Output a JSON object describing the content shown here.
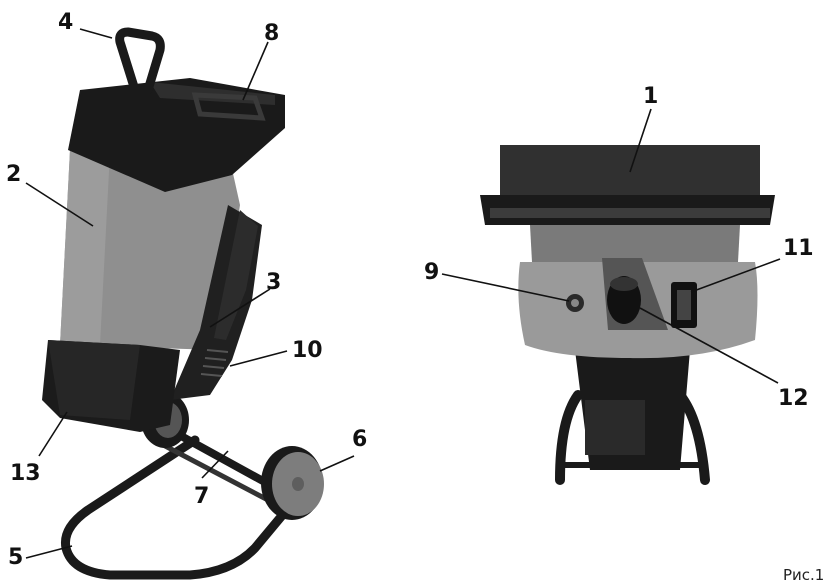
{
  "callouts": {
    "c1": "1",
    "c2": "2",
    "c3": "3",
    "c4": "4",
    "c5": "5",
    "c6": "6",
    "c7": "7",
    "c8": "8",
    "c9": "9",
    "c10": "10",
    "c11": "11",
    "c12": "12",
    "c13": "13"
  },
  "figure_label": "Рис.1",
  "colors": {
    "plastic_dark": "#1a1a1a",
    "body_grey": "#8f8f8f",
    "wheel_grey": "#7d7d7d",
    "line": "#111111"
  }
}
